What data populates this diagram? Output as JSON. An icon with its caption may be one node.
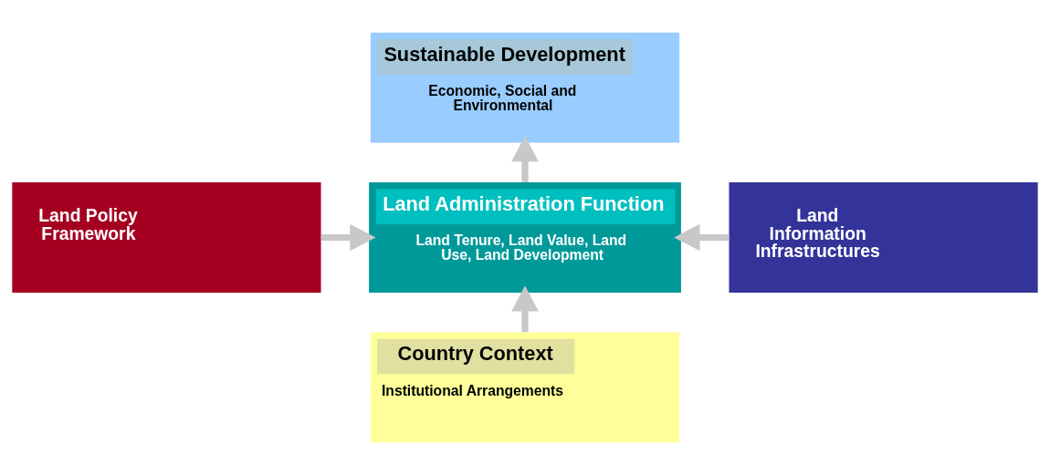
{
  "diagram": {
    "nodes": [
      {
        "text": [
          "Sustainable Development",
          "Economic, Social and Environmental"
        ]
      },
      {
        "text": [
          "Land Administration Function",
          "Land Tenure, Land Value, Land Use, Land Development"
        ]
      },
      {
        "text": [
          "Land Policy Framework"
        ]
      },
      {
        "text": [
          "Land Information Infrastructures"
        ]
      },
      {
        "text": [
          "Country Context",
          "Institutional Arrangements"
        ]
      }
    ],
    "edges": [
      {
        "from": 1,
        "to": 0,
        "arrow": "to"
      },
      {
        "from": 2,
        "to": 1,
        "arrow": "to"
      },
      {
        "from": 3,
        "to": 1,
        "arrow": "to"
      },
      {
        "from": 4,
        "to": 1,
        "arrow": "to"
      }
    ]
  }
}
